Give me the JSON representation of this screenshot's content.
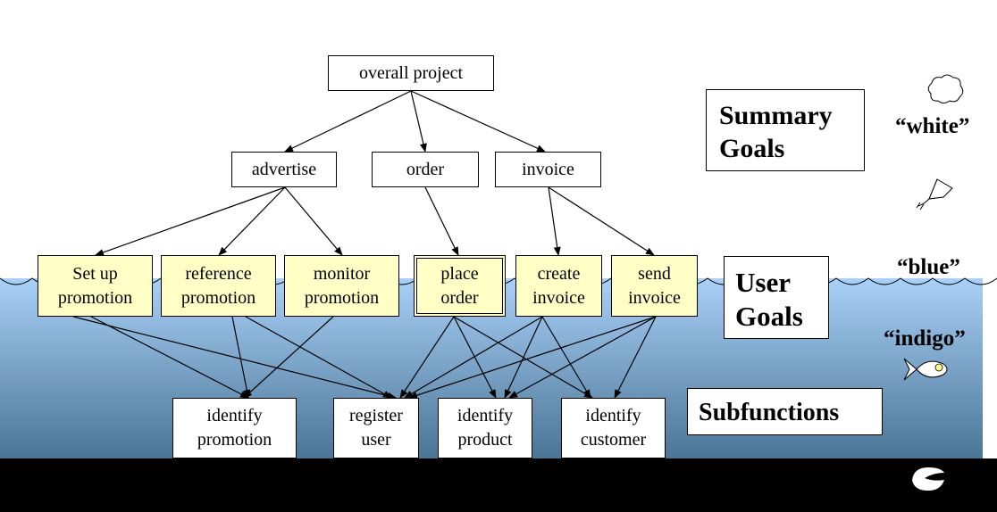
{
  "summary_level": {
    "root": "overall project",
    "goals": [
      "advertise",
      "order",
      "invoice"
    ],
    "level_label": "Summary\nGoals",
    "color_label": "“white”",
    "icon": "cloud-icon",
    "secondary_icon": "kite-icon"
  },
  "user_level": {
    "goals": [
      "Set up\npromotion",
      "reference\npromotion",
      "monitor\npromotion",
      "place\norder",
      "create\ninvoice",
      "send\ninvoice"
    ],
    "level_label": "User\nGoals",
    "color_label": "“blue”",
    "fill_color": "#ffffc6"
  },
  "sub_level": {
    "functions": [
      "identify\npromotion",
      "register\nuser",
      "identify\nproduct",
      "identify\ncustomer"
    ],
    "level_label": "Subfunctions",
    "color_label": "“indigo”",
    "icon": "fish-icon",
    "bottom_icon": "clam-icon"
  },
  "colors": {
    "sky": "#ffffff",
    "water_top": "#a9d0f8",
    "water_bottom": "#4a7595",
    "seabed": "#000000"
  }
}
